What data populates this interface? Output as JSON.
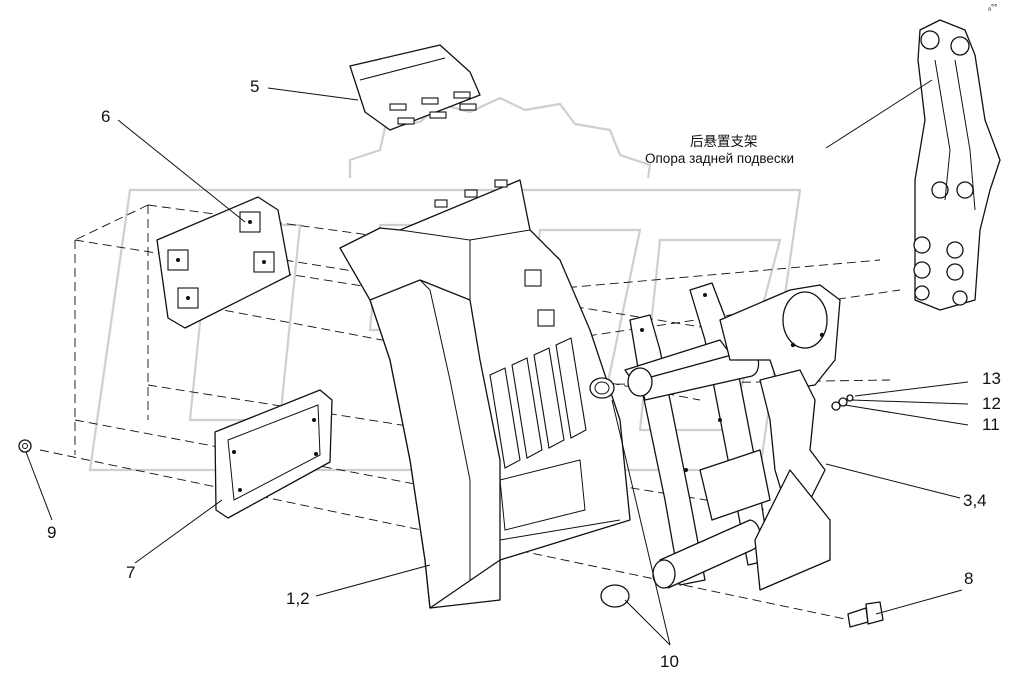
{
  "callouts": {
    "c5": "5",
    "c6": "6",
    "c9": "9",
    "c7": "7",
    "c12": "1,2",
    "c10": "10",
    "c8": "8",
    "c34": "3,4",
    "c11": "11",
    "c12b": "12",
    "c13": "13"
  },
  "caption": {
    "zh": "后悬置支架",
    "ru": "Опора задней подвески"
  },
  "corner_mark": "ₐ°°"
}
